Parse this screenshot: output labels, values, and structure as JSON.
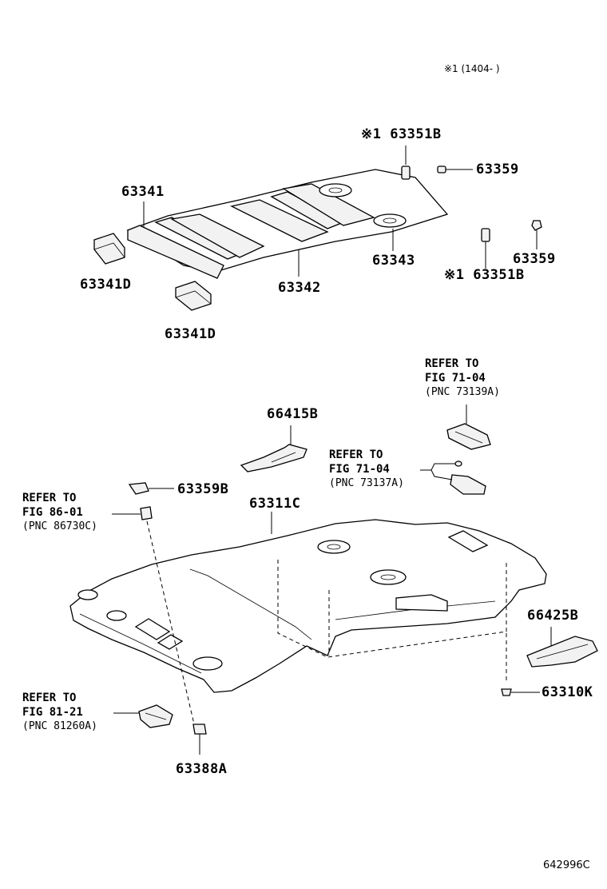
{
  "header_note": "※1 (1404-    )",
  "labels": {
    "p63351B_top": "※1 63351B",
    "p63359_top": "63359",
    "p63341": "63341",
    "p63343": "63343",
    "p63359_right": "63359",
    "p63351B_right": "※1 63351B",
    "p63341D_a": "63341D",
    "p63342": "63342",
    "p63341D_b": "63341D",
    "p66415B": "66415B",
    "p63359B": "63359B",
    "p63311C": "63311C",
    "p66425B": "66425B",
    "p63310K": "63310K",
    "p63388A": "63388A"
  },
  "refs": {
    "ref_71_04_a": {
      "line1": "REFER TO",
      "line2": "FIG 71-04",
      "line3": "(PNC 73139A)"
    },
    "ref_71_04_b": {
      "line1": "REFER TO",
      "line2": "FIG 71-04",
      "line3": "(PNC 73137A)"
    },
    "ref_86_01": {
      "line1": "REFER TO",
      "line2": "FIG 86-01",
      "line3": "(PNC 86730C)"
    },
    "ref_81_21": {
      "line1": "REFER TO",
      "line2": "FIG 81-21",
      "line3": "(PNC 81260A)"
    }
  },
  "footer_code": "642996C"
}
